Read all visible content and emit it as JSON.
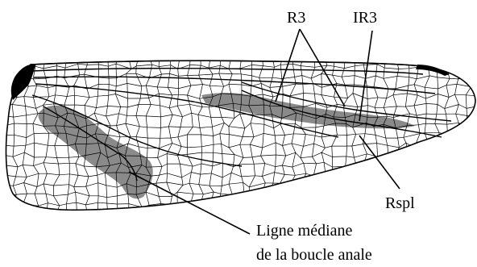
{
  "labels": {
    "r3": "R3",
    "ir3": "IR3",
    "rspl": "Rspl",
    "median_line_1": "Ligne médiane",
    "median_line_2": "de la boucle anale"
  },
  "colors": {
    "venation": "#000000",
    "shaded_region": "#8a8a8a",
    "membrane": "#ffffff"
  }
}
